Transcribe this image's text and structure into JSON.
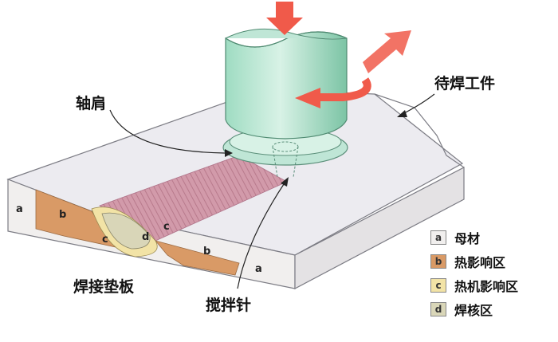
{
  "labels": {
    "workpiece": "待焊工件",
    "shoulder": "轴肩",
    "pin": "搅拌针",
    "backing_plate": "焊接垫板"
  },
  "zone_letters": {
    "a_left": "a",
    "b_left": "b",
    "c": "c",
    "d": "d",
    "c_right": "c",
    "b_right": "b",
    "a_right": "a"
  },
  "legend": [
    {
      "key": "a",
      "text": "母材",
      "color": "#f1efee"
    },
    {
      "key": "b",
      "text": "热影响区",
      "color": "#d99a66"
    },
    {
      "key": "c",
      "text": "热机影响区",
      "color": "#f2e3a6"
    },
    {
      "key": "d",
      "text": "焊核区",
      "color": "#d9d6b8"
    }
  ],
  "colors": {
    "tool": "#8ed3b5",
    "weld_seam": "#c98a9a",
    "arrow": "#f05a4a",
    "plate_top": "#ecebf0",
    "plate_side": "#e4e2e4"
  },
  "icons": {
    "down_arrow": "down-arrow-icon",
    "travel_arrow": "travel-direction-arrow-icon",
    "rotation_arrow": "rotation-arrow-icon"
  }
}
